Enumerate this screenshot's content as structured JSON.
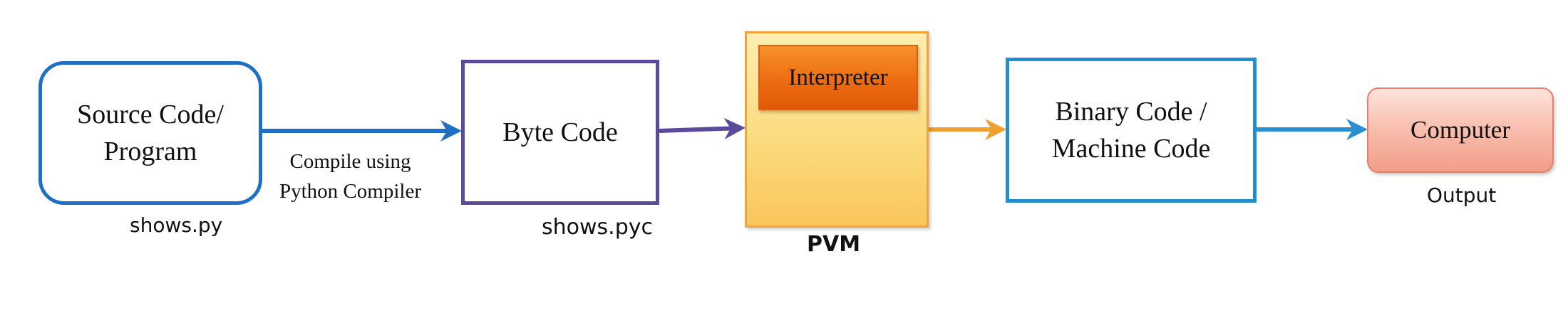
{
  "nodes": {
    "source": {
      "line1": "Source Code/",
      "line2": "Program",
      "file": "shows.py"
    },
    "byte_code": {
      "label": "Byte Code",
      "file": "shows.pyc"
    },
    "pvm": {
      "interpreter": "Interpreter",
      "label": "PVM"
    },
    "binary": {
      "line1": "Binary Code /",
      "line2": "Machine Code"
    },
    "computer": {
      "label": "Computer",
      "caption": "Output"
    }
  },
  "edges": {
    "compile_note": {
      "line1": "Compile using",
      "line2": "Python Compiler"
    }
  },
  "colors": {
    "source_border": "#1f6fc5",
    "byte_border": "#5b4a9c",
    "pvm_fill": "#fbd97a",
    "interpreter_fill": "#ec6a0f",
    "binary_border": "#1f8fd0",
    "computer_fill": "#f8b9a8",
    "arrow_source_to_byte": "#1f6fc5",
    "arrow_byte_to_pvm": "#5b4a9c",
    "arrow_pvm_to_binary": "#f0a030",
    "arrow_binary_to_computer": "#2a8fd0"
  }
}
